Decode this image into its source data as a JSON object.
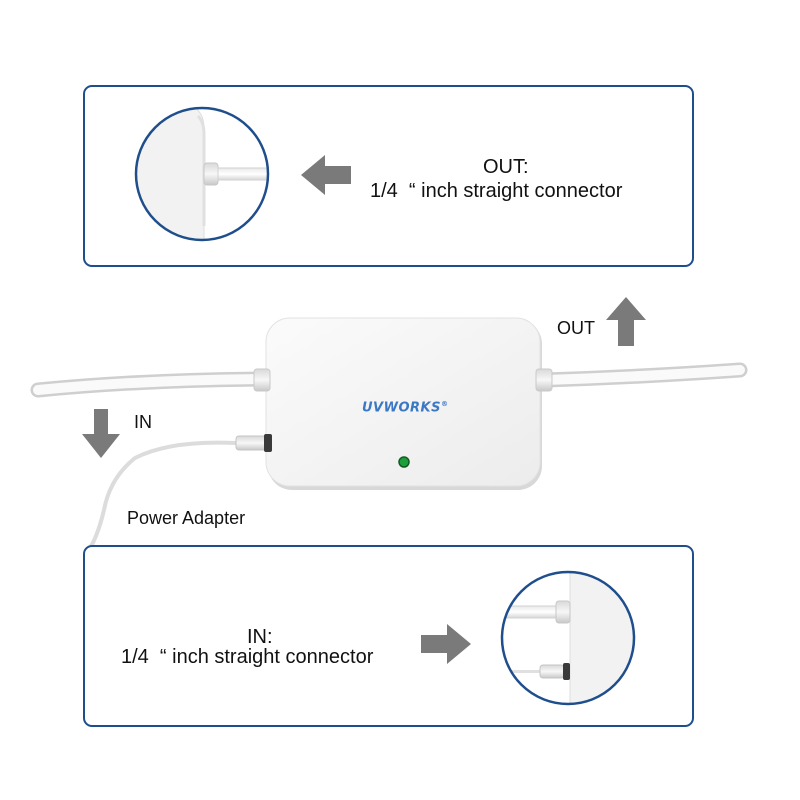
{
  "outlet_callout": {
    "title": "OUT:",
    "description": "1/4  “ inch straight connector",
    "arrow_icon": "arrow-left-icon"
  },
  "inlet_callout": {
    "title": "IN:",
    "description": "1/4  “ inch straight connector",
    "arrow_icon": "arrow-right-icon"
  },
  "device": {
    "brand": "UVWORKS",
    "brand_mark": "®",
    "indicator_color": "#1e9e3a"
  },
  "labels": {
    "out": "OUT",
    "in": "IN",
    "power": "Power Adapter"
  },
  "colors": {
    "panel_border": "#1f4e8c",
    "arrow": "#7a7a7a",
    "brand": "#3b78c4"
  }
}
